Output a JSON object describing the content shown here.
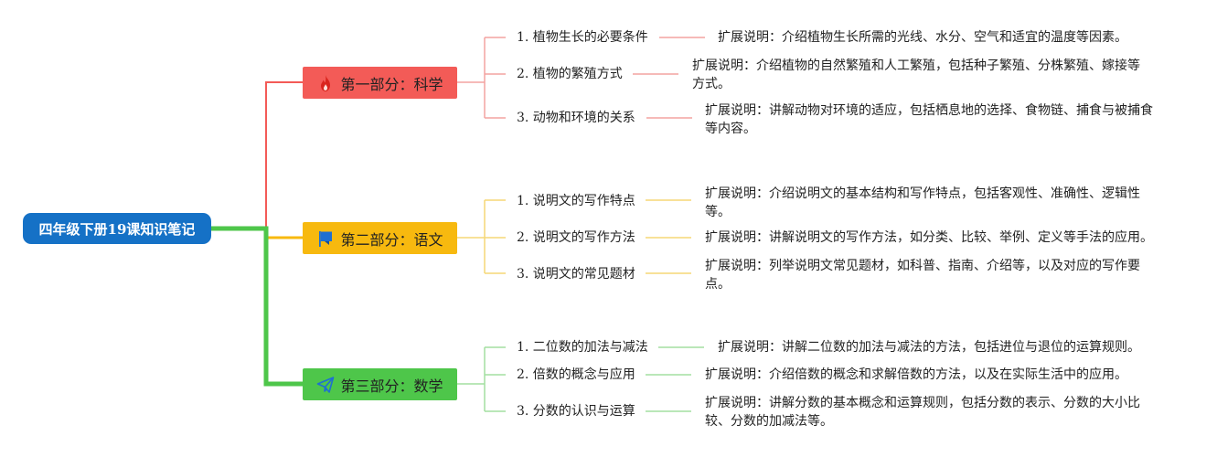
{
  "root": {
    "label": "四年级下册19课知识笔记"
  },
  "colors": {
    "root": "#1571c6",
    "science": "#f35b57",
    "chinese": "#f7b90f",
    "math": "#4ec64a"
  },
  "branches": [
    {
      "label": "第一部分：科学",
      "icon": "fire-icon",
      "items": [
        {
          "label": "1. 植物生长的必要条件",
          "desc": "扩展说明：介绍植物生长所需的光线、水分、空气和适宜的温度等因素。"
        },
        {
          "label": "2. 植物的繁殖方式",
          "desc": "扩展说明：介绍植物的自然繁殖和人工繁殖，包括种子繁殖、分株繁殖、嫁接等方式。"
        },
        {
          "label": "3. 动物和环境的关系",
          "desc": "扩展说明：讲解动物对环境的适应，包括栖息地的选择、食物链、捕食与被捕食等内容。"
        }
      ]
    },
    {
      "label": "第二部分：语文",
      "icon": "flag-icon",
      "items": [
        {
          "label": "1. 说明文的写作特点",
          "desc": "扩展说明：介绍说明文的基本结构和写作特点，包括客观性、准确性、逻辑性等。"
        },
        {
          "label": "2. 说明文的写作方法",
          "desc": "扩展说明：讲解说明文的写作方法，如分类、比较、举例、定义等手法的应用。"
        },
        {
          "label": "3. 说明文的常见题材",
          "desc": "扩展说明：列举说明文常见题材，如科普、指南、介绍等，以及对应的写作要点。"
        }
      ]
    },
    {
      "label": "第三部分：数学",
      "icon": "paper-plane-icon",
      "items": [
        {
          "label": "1. 二位数的加法与减法",
          "desc": "扩展说明：讲解二位数的加法与减法的方法，包括进位与退位的运算规则。"
        },
        {
          "label": "2. 倍数的概念与应用",
          "desc": "扩展说明：介绍倍数的概念和求解倍数的方法，以及在实际生活中的应用。"
        },
        {
          "label": "3. 分数的认识与运算",
          "desc": "扩展说明：讲解分数的基本概念和运算规则，包括分数的表示、分数的大小比较、分数的加减法等。"
        }
      ]
    }
  ]
}
